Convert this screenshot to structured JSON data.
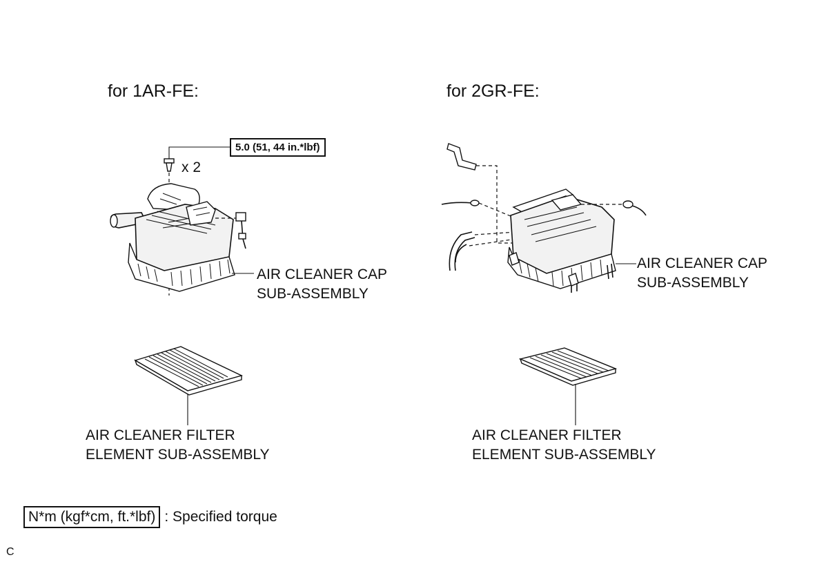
{
  "left": {
    "heading": "for 1AR-FE:",
    "torque": "5.0 (51, 44 in.*lbf)",
    "bolt_count": "x 2",
    "cap_label_line1": "AIR CLEANER CAP",
    "cap_label_line2": "SUB-ASSEMBLY",
    "filter_label_line1": "AIR CLEANER FILTER",
    "filter_label_line2": "ELEMENT SUB-ASSEMBLY"
  },
  "right": {
    "heading": "for 2GR-FE:",
    "cap_label_line1": "AIR CLEANER CAP",
    "cap_label_line2": "SUB-ASSEMBLY",
    "filter_label_line1": "AIR CLEANER FILTER",
    "filter_label_line2": "ELEMENT SUB-ASSEMBLY"
  },
  "legend": {
    "box_text": "N*m (kgf*cm, ft.*lbf)",
    "description": ": Specified torque"
  },
  "corner_code": "C"
}
